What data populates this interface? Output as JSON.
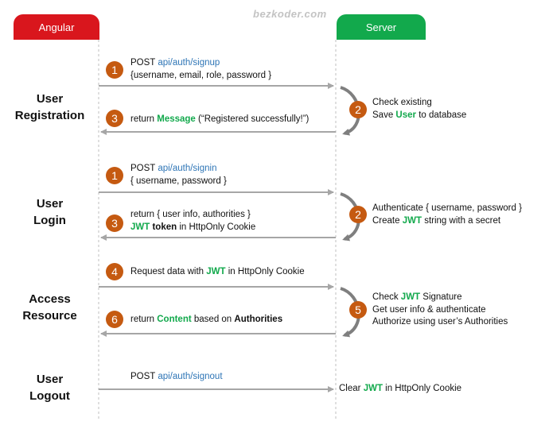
{
  "watermark": "bezkoder.com",
  "lanes": {
    "client": "Angular",
    "server": "Server"
  },
  "colors": {
    "client": "#d9161d",
    "server": "#12a94c",
    "step": "#c55a11",
    "path": "#2e75b6",
    "keyword": "#12a94c",
    "arrow": "#a6a6a6"
  },
  "sections": {
    "registration": [
      "User",
      "Registration"
    ],
    "login": [
      "User",
      "Login"
    ],
    "access": [
      "Access",
      "Resource"
    ],
    "logout": [
      "User",
      "Logout"
    ]
  },
  "registration": {
    "step1": "1",
    "req_method": "POST ",
    "req_path": "api/auth/signup",
    "req_body": "{username, email, role, password }",
    "step2": "2",
    "srv_line1": "Check existing",
    "srv_pre": "Save ",
    "srv_key": "User",
    "srv_post": " to database",
    "step3": "3",
    "resp_pre": "return ",
    "resp_key": "Message",
    "resp_post": " (“Registered successfully!”)"
  },
  "login": {
    "step1": "1",
    "req_method": "POST ",
    "req_path": "api/auth/signin",
    "req_body": "{ username, password }",
    "step2": "2",
    "srv_line1": "Authenticate { username, password }",
    "srv_pre": "Create ",
    "srv_key": "JWT",
    "srv_post": " string with a secret",
    "step3": "3",
    "resp_line1": "return { user info, authorities }",
    "resp_key": "JWT",
    "resp_bold": " token",
    "resp_post": " in HttpOnly Cookie"
  },
  "access": {
    "step4": "4",
    "req_pre": "Request data with ",
    "req_key": "JWT",
    "req_post": " in HttpOnly Cookie",
    "step5": "5",
    "srv_pre": "Check ",
    "srv_key": "JWT",
    "srv_post": " Signature",
    "srv_line2": "Get user info & authenticate",
    "srv_line3": "Authorize using user’s Authorities",
    "step6": "6",
    "resp_pre": "return ",
    "resp_key": "Content",
    "resp_mid": " based on ",
    "resp_bold": "Authorities"
  },
  "logout": {
    "req_method": "POST ",
    "req_path": "api/auth/signout",
    "srv_pre": "Clear ",
    "srv_key": "JWT",
    "srv_post": " in HttpOnly Cookie"
  }
}
